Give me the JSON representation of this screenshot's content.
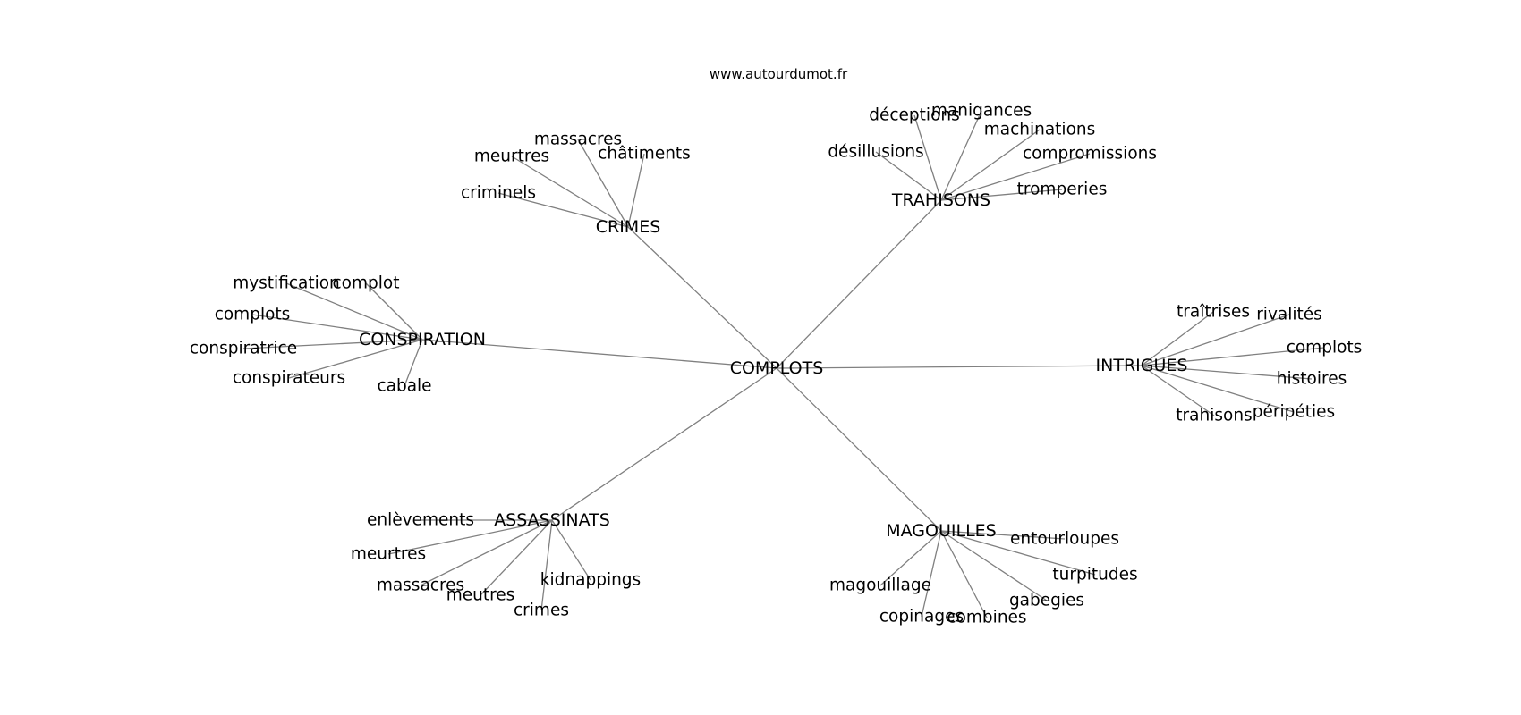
{
  "site_label": "www.autourdumot.fr",
  "center": {
    "label": "COMPLOTS"
  },
  "clusters": [
    {
      "id": "crimes",
      "label": "CRIMES",
      "leaves": [
        "massacres",
        "meurtres",
        "châtiments",
        "criminels"
      ]
    },
    {
      "id": "trahisons",
      "label": "TRAHISONS",
      "leaves": [
        "déceptions",
        "manigances",
        "machinations",
        "désillusions",
        "compromissions",
        "tromperies"
      ]
    },
    {
      "id": "conspiration",
      "label": "CONSPIRATION",
      "leaves": [
        "mystification",
        "complot",
        "complots",
        "conspiratrice",
        "conspirateurs",
        "cabale"
      ]
    },
    {
      "id": "intrigues",
      "label": "INTRIGUES",
      "leaves": [
        "traîtrises",
        "rivalités",
        "complots",
        "histoires",
        "trahisons",
        "péripéties"
      ]
    },
    {
      "id": "assassinats",
      "label": "ASSASSINATS",
      "leaves": [
        "enlèvements",
        "meurtres",
        "massacres",
        "meutres",
        "kidnappings",
        "crimes"
      ]
    },
    {
      "id": "magouilles",
      "label": "MAGOUILLES",
      "leaves": [
        "entourloupes",
        "turpitudes",
        "magouillage",
        "gabegies",
        "copinages",
        "combines"
      ]
    }
  ]
}
